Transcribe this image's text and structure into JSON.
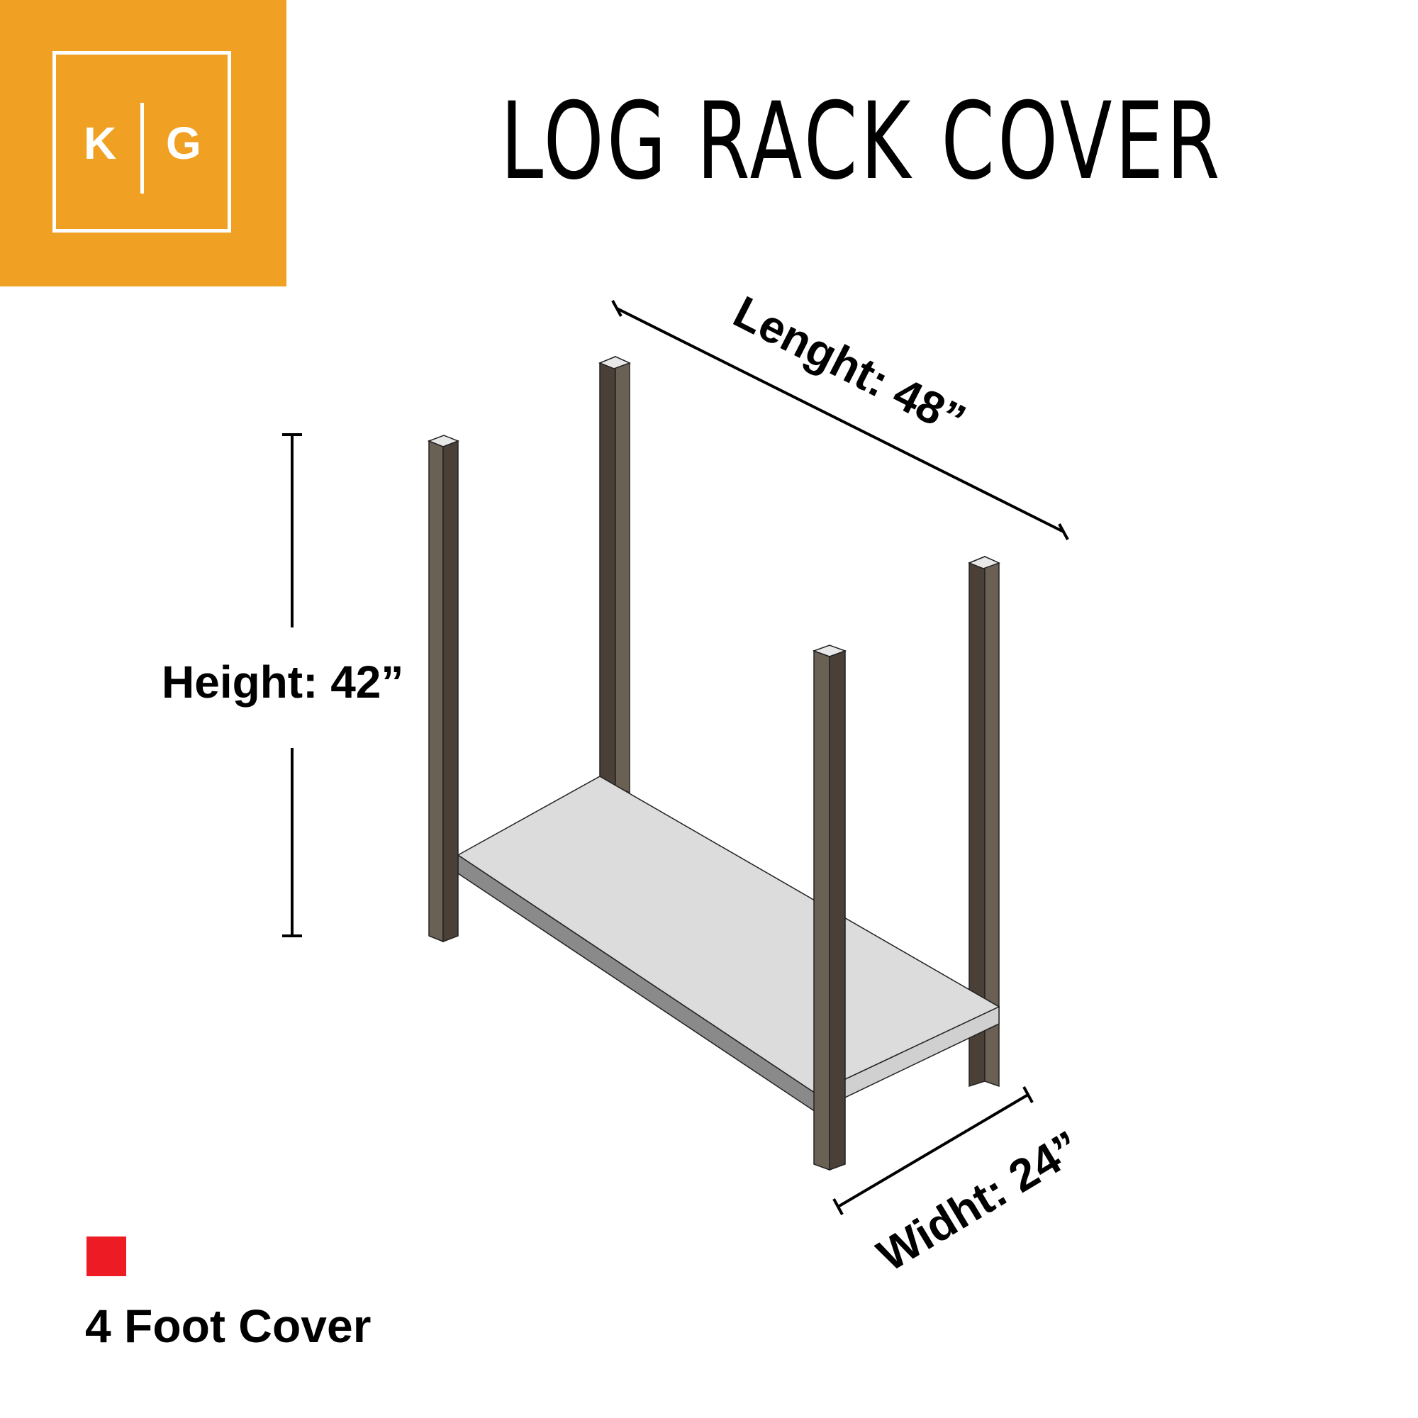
{
  "logo": {
    "letter_left": "K",
    "letter_right": "G",
    "background": "#f0a022"
  },
  "title": "LOG RACK COVER",
  "dimensions": {
    "length": "Lenght: 48”",
    "height": "Height: 42”",
    "width": "Widht: 24”"
  },
  "legend": {
    "swatch_color": "#ed1c24",
    "label": "4 Foot Cover"
  },
  "colors": {
    "post_front": "#6b6054",
    "post_side": "#4a4038",
    "shelf_top": "#dcdcdc",
    "shelf_edge": "#8a8a8a"
  }
}
